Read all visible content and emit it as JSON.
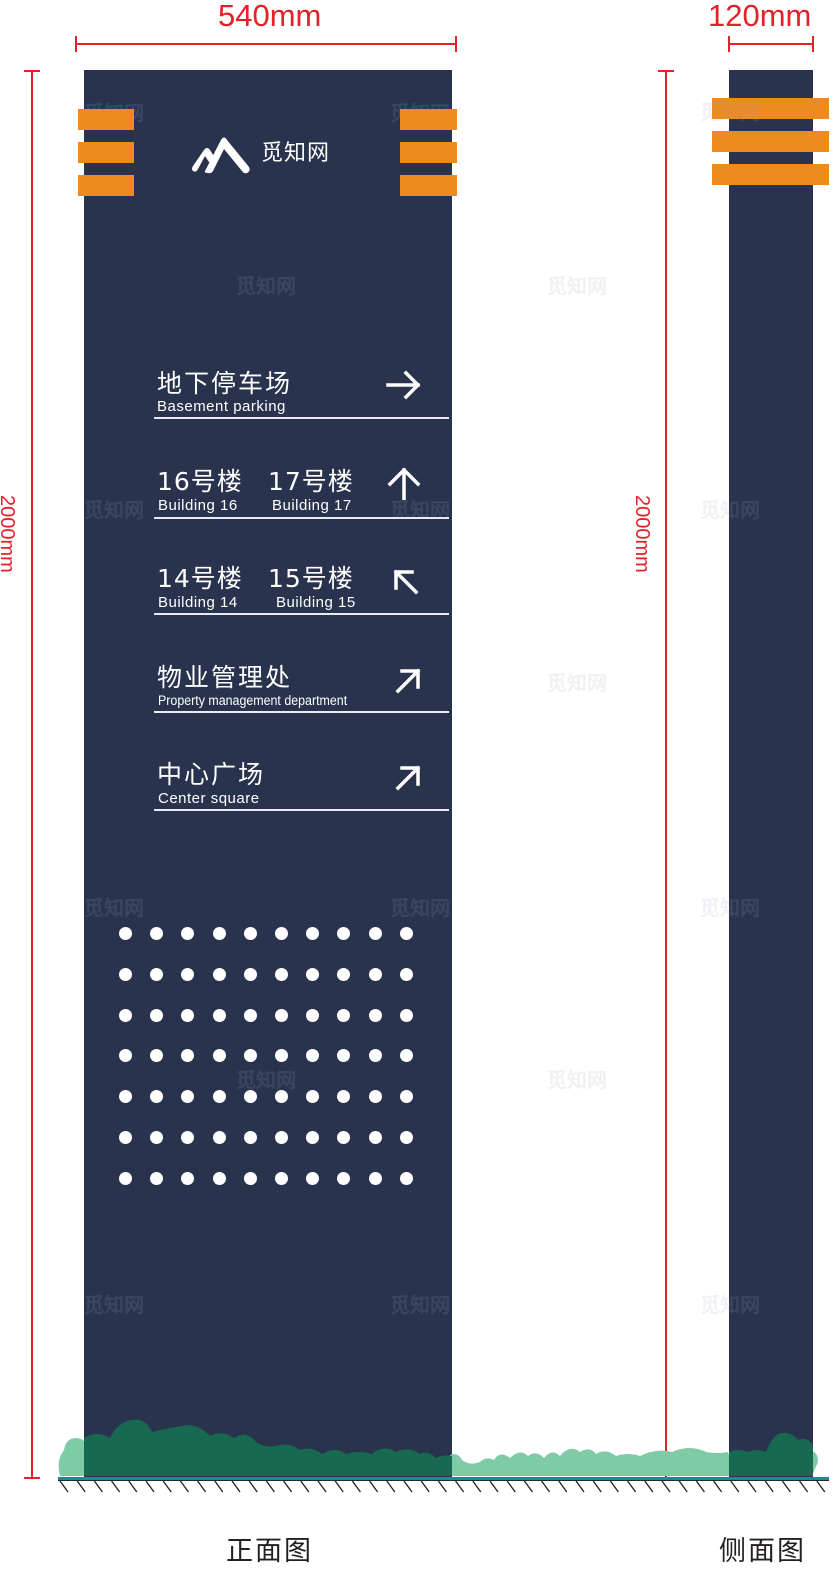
{
  "dimensions": {
    "front_width": "540mm",
    "side_width": "120mm",
    "front_height": "2000mm",
    "side_height": "2000mm"
  },
  "logo": {
    "icon": "mountain-m-logo-icon",
    "name": "觅知网"
  },
  "watermark": "觅知网",
  "signs": [
    {
      "cn": "地下停车场",
      "en": "Basement parking",
      "arrow": "arrow-right-icon"
    },
    {
      "cn_a": "16号楼",
      "en_a": "Building 16",
      "cn_b": "17号楼",
      "en_b": "Building 17",
      "arrow": "arrow-up-icon"
    },
    {
      "cn_a": "14号楼",
      "en_a": "Building 14",
      "cn_b": "15号楼",
      "en_b": "Building 15",
      "arrow": "arrow-up-left-icon"
    },
    {
      "cn": "物业管理处",
      "en": "Property management department",
      "arrow": "arrow-up-right-icon"
    },
    {
      "cn": "中心广场",
      "en": "Center square",
      "arrow": "arrow-up-right-icon"
    }
  ],
  "dot_grid": {
    "rows": 7,
    "cols": 10
  },
  "labels": {
    "front_view": "正面图",
    "side_view": "侧面图"
  },
  "colors": {
    "pillar": "#29334d",
    "accent_orange": "#ef8a1e",
    "dimension_red": "#e32128",
    "shrub_dark": "#176a4f",
    "shrub_light": "#7ecba6",
    "ground_line": "#1a8a96"
  }
}
